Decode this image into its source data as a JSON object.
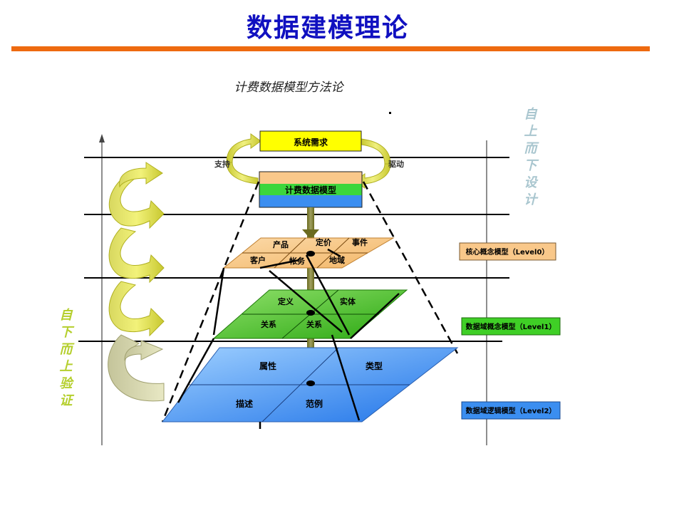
{
  "slide": {
    "title": "数据建模理论",
    "accent_color": "#ee6a10",
    "title_color": "#1010c0"
  },
  "diagram": {
    "subtitle": "计费数据模型方法论",
    "requirement_box": "系统需求",
    "support_label": "支持",
    "drive_label": "驱动",
    "top_model_box": "计费数据模型",
    "top_down_label": "自上而下设计",
    "bottom_up_label": "自下而上验证",
    "level0": {
      "cells": [
        "产品",
        "定价",
        "事件",
        "客户",
        "帐务",
        "地域"
      ],
      "side_label": "核心概念模型（Level0）",
      "color": "#f7c98a"
    },
    "level1": {
      "cells": [
        "定义",
        "实体",
        "关系",
        "关系"
      ],
      "side_label": "数据域概念模型（Level1）",
      "color": "#44c41a"
    },
    "level2": {
      "cells": [
        "属性",
        "类型",
        "描述",
        "范例"
      ],
      "side_label": "数据域逻辑模型（Level2）",
      "color": "#3f8ff0"
    }
  }
}
